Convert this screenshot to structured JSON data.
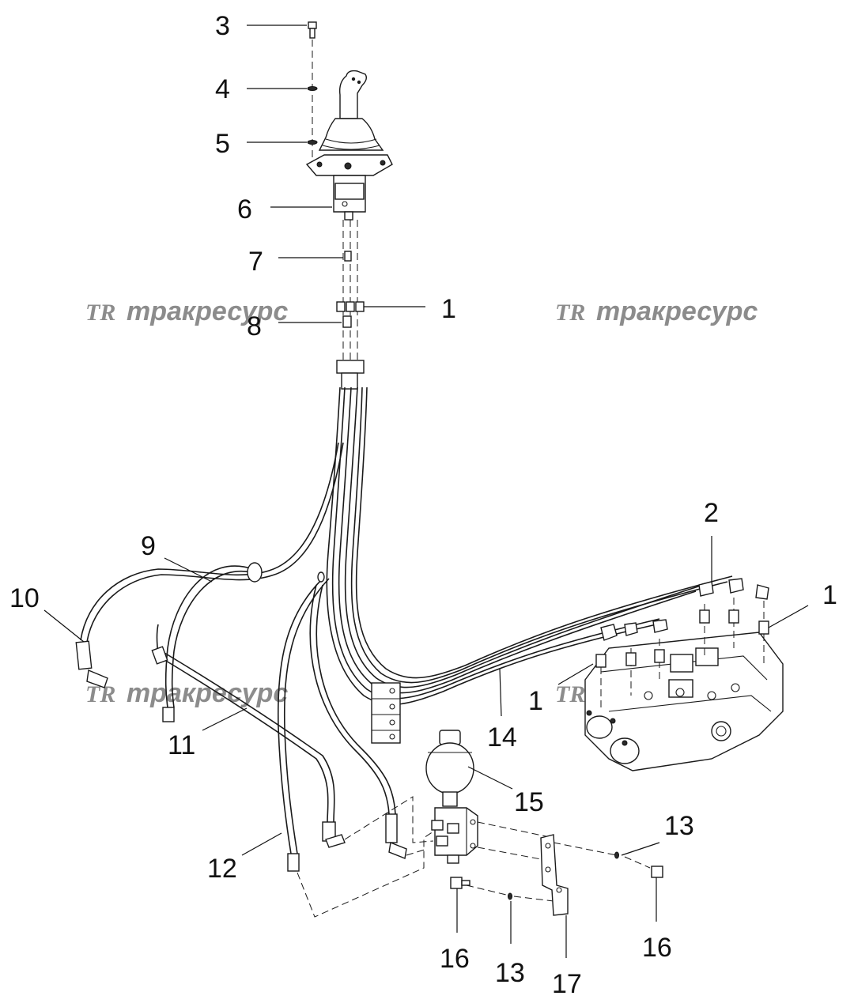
{
  "watermark": {
    "logo": "TR",
    "text": "тракресурс"
  },
  "callouts": [
    {
      "id": "c3",
      "label": "3"
    },
    {
      "id": "c4",
      "label": "4"
    },
    {
      "id": "c5",
      "label": "5"
    },
    {
      "id": "c6",
      "label": "6"
    },
    {
      "id": "c7",
      "label": "7"
    },
    {
      "id": "c1a",
      "label": "1"
    },
    {
      "id": "c8",
      "label": "8"
    },
    {
      "id": "c2",
      "label": "2"
    },
    {
      "id": "c1b",
      "label": "1"
    },
    {
      "id": "c9",
      "label": "9"
    },
    {
      "id": "c10",
      "label": "10"
    },
    {
      "id": "c1c",
      "label": "1"
    },
    {
      "id": "c14",
      "label": "14"
    },
    {
      "id": "c11",
      "label": "11"
    },
    {
      "id": "c15",
      "label": "15"
    },
    {
      "id": "c13a",
      "label": "13"
    },
    {
      "id": "c12",
      "label": "12"
    },
    {
      "id": "c16a",
      "label": "16"
    },
    {
      "id": "c16b",
      "label": "16"
    },
    {
      "id": "c13b",
      "label": "13"
    },
    {
      "id": "c17",
      "label": "17"
    }
  ],
  "colors": {
    "line": "#1a1a1a",
    "watermark": "#8c8c8c",
    "background": "#ffffff"
  }
}
